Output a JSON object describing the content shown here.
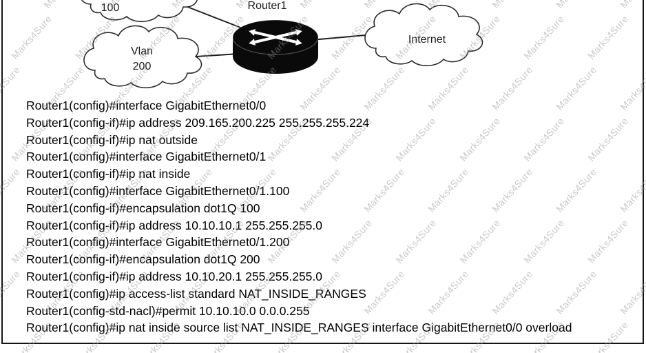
{
  "watermark": {
    "text": "Marks4Sure",
    "color": "#969696"
  },
  "diagram": {
    "router_label": "Router1",
    "clouds": [
      {
        "name": "vlan100",
        "label": "100"
      },
      {
        "name": "vlan200",
        "label_line1": "Vlan",
        "label_line2": "200"
      },
      {
        "name": "internet",
        "label": "Internet"
      }
    ]
  },
  "terminal": {
    "lines": [
      "Router1(config)#interface GigabitEthernet0/0",
      "Router1(config-if)#ip address 209.165.200.225 255.255.255.224",
      "Router1(config-if)#ip nat outside",
      "Router1(config)#interface GigabitEthernet0/1",
      "Router1(config-if)#ip nat inside",
      "Router1(config)#interface GigabitEthernet0/1.100",
      "Router1(config-if)#encapsulation dot1Q 100",
      "Router1(config-if)#ip address 10.10.10.1 255.255.255.0",
      "Router1(config)#interface GigabitEthernet0/1.200",
      "Router1(config-if)#encapsulation dot1Q 200",
      "Router1(config-if)#ip address 10.10.20.1 255.255.255.0",
      "Router1(config)#ip access-list standard NAT_INSIDE_RANGES",
      "Router1(config-std-nacl)#permit 10.10.10.0 0.0.0.255",
      "Router1(config)#ip nat inside source list NAT_INSIDE_RANGES interface GigabitEthernet0/0 overload"
    ]
  }
}
